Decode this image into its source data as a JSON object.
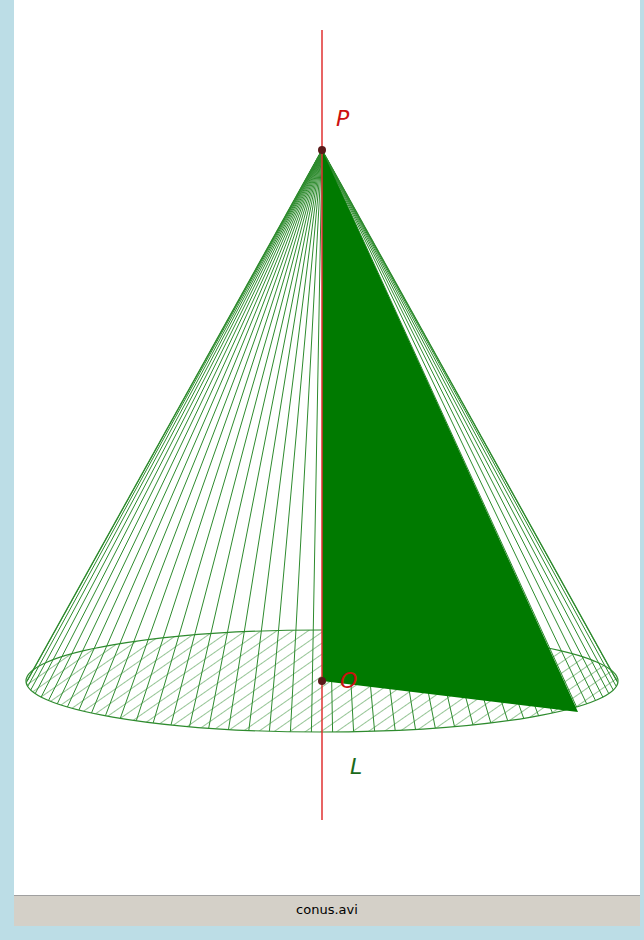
{
  "diagram": {
    "labels": [
      "P",
      "O",
      "L",
      "conus.avi"
    ]
  }
}
